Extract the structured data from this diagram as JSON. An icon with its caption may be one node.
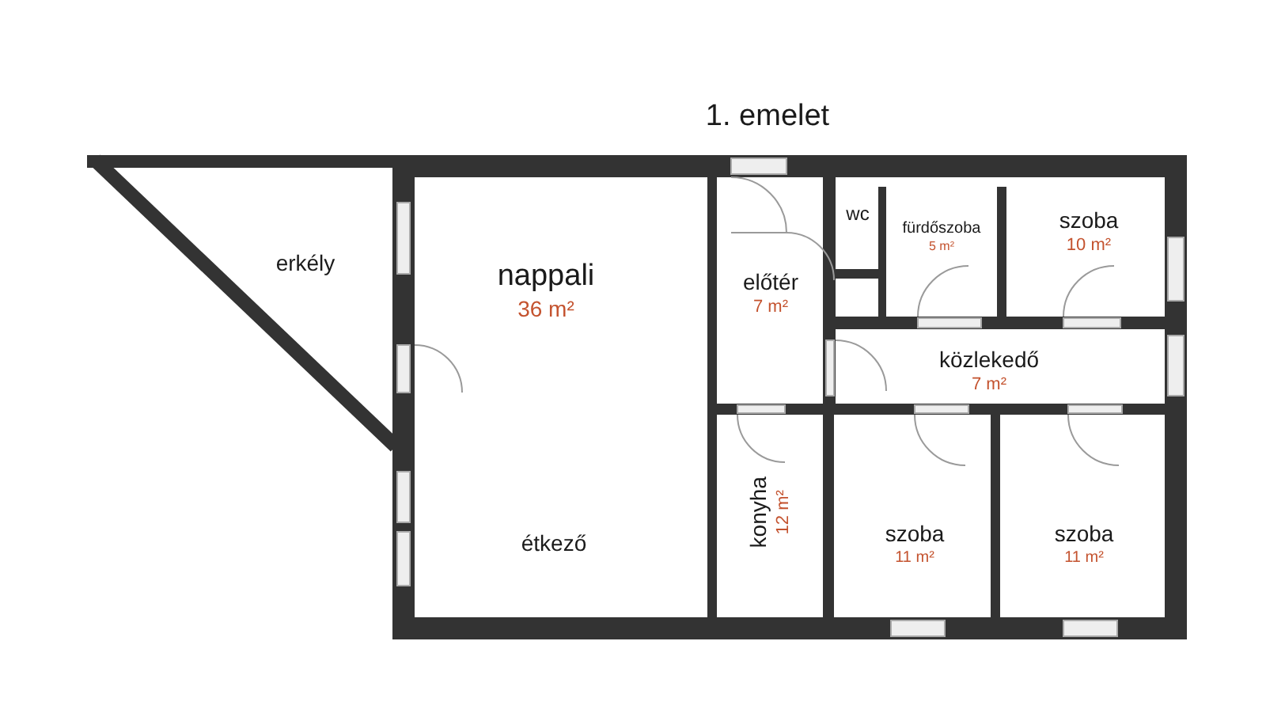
{
  "diagram": {
    "title": "1. emelet",
    "nodes": [
      {
        "text": [
          "erkély"
        ]
      },
      {
        "text": [
          "nappali",
          "36 m²"
        ]
      },
      {
        "text": [
          "étkező"
        ]
      },
      {
        "text": [
          "előtér",
          "7 m²"
        ]
      },
      {
        "text": [
          "wc"
        ]
      },
      {
        "text": [
          "fürdőszoba",
          "5 m²"
        ]
      },
      {
        "text": [
          "szoba",
          "10 m²"
        ]
      },
      {
        "text": [
          "közlekedő",
          "7 m²"
        ]
      },
      {
        "text": [
          "konyha",
          "12 m²"
        ]
      },
      {
        "text": [
          "szoba",
          "11 m²"
        ]
      },
      {
        "text": [
          "szoba",
          "11 m²"
        ]
      }
    ]
  }
}
